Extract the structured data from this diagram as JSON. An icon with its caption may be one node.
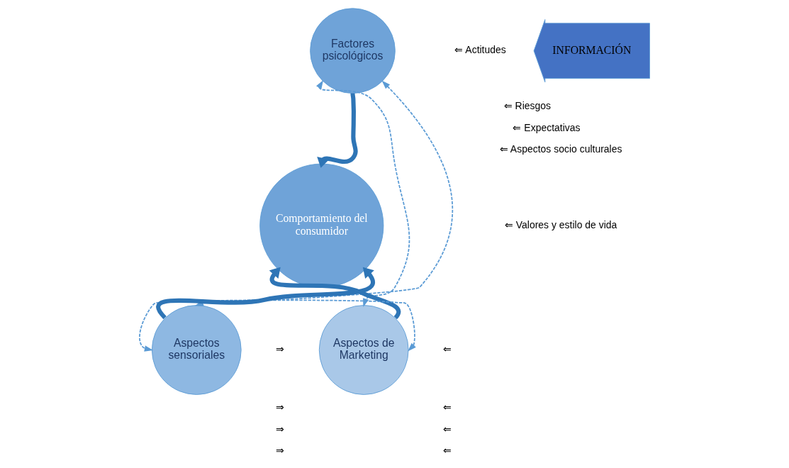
{
  "diagram": {
    "nodes": [
      {
        "text": [
          "Factores psicológicos"
        ]
      },
      {
        "text": [
          "Comportamiento del consumidor"
        ]
      },
      {
        "text": [
          "Aspectos de Marketing"
        ]
      },
      {
        "text": [
          "Aspectos sensoriales"
        ]
      },
      {
        "text": [
          "INFORMACIÓN"
        ]
      }
    ],
    "edges": [
      {
        "from": 0,
        "to": 1,
        "arrow": "to",
        "style": "thick"
      },
      {
        "from": 2,
        "to": 1,
        "arrow": "to",
        "style": "thick"
      },
      {
        "from": 3,
        "to": 1,
        "arrow": "to",
        "style": "thick"
      },
      {
        "from": 0,
        "to": 2,
        "arrow": "both",
        "style": "dashed",
        "color": "#5b9bd5"
      },
      {
        "from": 0,
        "to": 3,
        "arrow": "both",
        "style": "dashed",
        "color": "#5b9bd5"
      },
      {
        "from": 2,
        "to": 3,
        "arrow": "both",
        "style": "dashed",
        "color": "#5b9bd5"
      }
    ],
    "labels": [
      "⇐ Actitudes",
      "⇐ Riesgos",
      "⇐ Expectativas",
      "⇐ Aspectos socio culturales",
      "⇐ Valores y estilo de vida",
      "⇒",
      "⇒",
      "⇒",
      "⇒",
      "⇐",
      "⇐",
      "⇐",
      "⇐"
    ]
  }
}
